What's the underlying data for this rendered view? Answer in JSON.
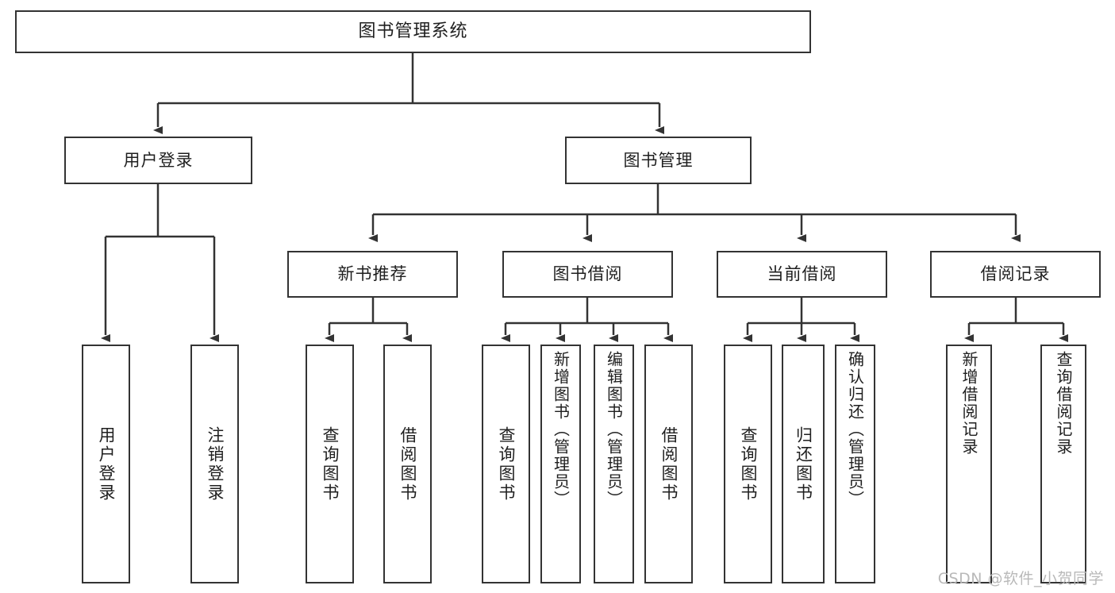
{
  "diagram": {
    "title": "图书管理系统",
    "type": "功能结构图",
    "watermark": "CSDN @软件_小贺同学",
    "colors": {
      "box_border": "#333333",
      "box_fill": "#ffffff",
      "connector": "#333333",
      "text": "#1f1f1f",
      "watermark": "#b9b9b9"
    }
  },
  "root": {
    "label": "图书管理系统"
  },
  "level2": [
    {
      "label": "用户登录"
    },
    {
      "label": "图书管理"
    }
  ],
  "level3": [
    {
      "label": "新书推荐"
    },
    {
      "label": "图书借阅"
    },
    {
      "label": "当前借阅"
    },
    {
      "label": "借阅记录"
    }
  ],
  "leaves": {
    "user_login": [
      {
        "label": "用户登录"
      },
      {
        "label": "注销登录"
      }
    ],
    "new_book": [
      {
        "label": "查询图书"
      },
      {
        "label": "借阅图书"
      }
    ],
    "book_borrow": [
      {
        "label": "查询图书"
      },
      {
        "label": "新增图书（管理员）"
      },
      {
        "label": "编辑图书（管理员）"
      },
      {
        "label": "借阅图书"
      }
    ],
    "current_borrow": [
      {
        "label": "查询图书"
      },
      {
        "label": "归还图书"
      },
      {
        "label": "确认归还（管理员）"
      }
    ],
    "borrow_record": [
      {
        "label": "新增借阅记录"
      },
      {
        "label": "查询借阅记录"
      }
    ]
  }
}
